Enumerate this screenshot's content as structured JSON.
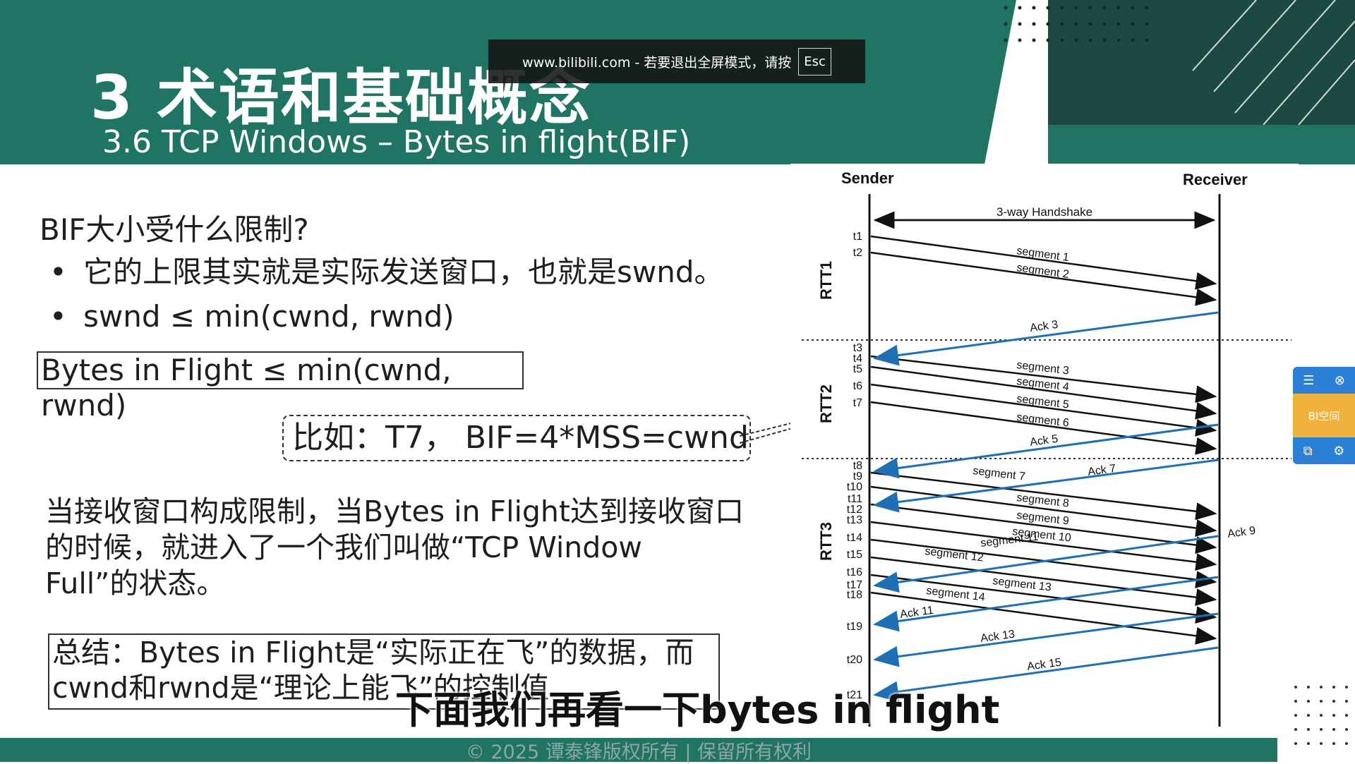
{
  "fullscreen_tip": {
    "text": "www.bilibili.com - 若要退出全屏模式，请按",
    "key": "Esc"
  },
  "slide": {
    "title": "3 术语和基础概念",
    "subtitle": "3.6 TCP Windows – Bytes in flight(BIF)",
    "question": "BIF大小受什么限制?",
    "bullets": [
      "它的上限其实就是实际发送窗口，也就是swnd。",
      "swnd ≤ min(cwnd, rwnd)"
    ],
    "bif_box": "Bytes in Flight ≤ min(cwnd, rwnd)",
    "example": "比如：T7，  BIF=4*MSS=cwnd",
    "paragraph": "当接收窗口构成限制，当Bytes in Flight达到接收窗口的时候，就进入了一个我们叫做“TCP Window Full”的状态。",
    "summary": "总结：Bytes in Flight是“实际正在飞”的数据，而cwnd和rwnd是“理论上能飞”的控制值",
    "footer": "© 2025 谭泰锋版权所有 | 保留所有权利"
  },
  "video_subtitle": "下面我们再看一下bytes in flight",
  "diagram": {
    "sender": "Sender",
    "receiver": "Receiver",
    "handshake": "3-way Handshake",
    "rtt_labels": [
      "RTT1",
      "RTT2",
      "RTT3"
    ],
    "times": [
      "t1",
      "t2",
      "t3",
      "t4",
      "t5",
      "t6",
      "t7",
      "t8",
      "t9",
      "t10",
      "t11",
      "t12",
      "t13",
      "t14",
      "t15",
      "t16",
      "t17",
      "t18",
      "t19",
      "t20",
      "t21"
    ],
    "segments": [
      "segment 1",
      "segment 2",
      "segment 3",
      "segment 4",
      "segment 5",
      "segment 6",
      "segment 7",
      "segment 8",
      "segment 9",
      "segment 10",
      "segment 11",
      "segment 12",
      "segment 13",
      "segment 14"
    ],
    "acks": [
      "Ack 3",
      "Ack 5",
      "Ack 7",
      "Ack 9",
      "Ack 11",
      "Ack 13",
      "Ack 15"
    ],
    "colors": {
      "segment": "#111111",
      "ack": "#1f6fb5"
    }
  },
  "side_panel": {
    "label": "BI空间"
  },
  "colors": {
    "header": "#1f7463",
    "header_dark": "#1c4a42"
  }
}
